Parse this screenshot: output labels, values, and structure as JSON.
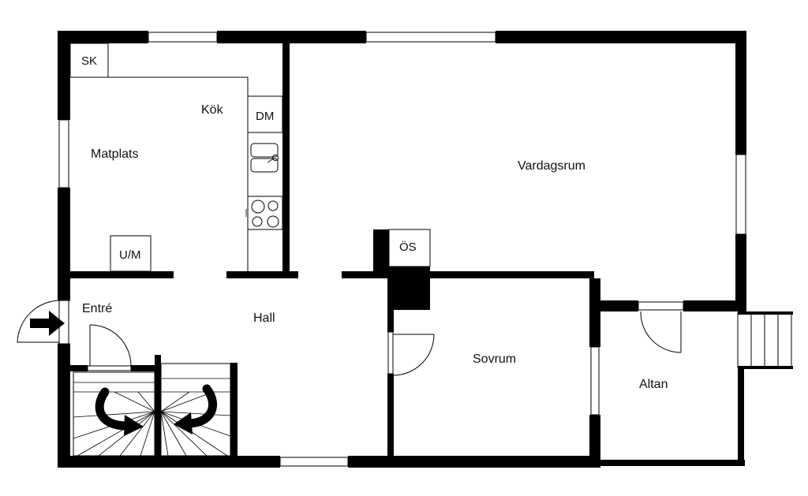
{
  "rooms": {
    "kok": "Kök",
    "matplats": "Matplats",
    "vardagsrum": "Vardagsrum",
    "entre": "Entré",
    "hall": "Hall",
    "sovrum": "Sovrum",
    "altan": "Altan"
  },
  "fixtures": {
    "sk": "SK",
    "dm": "DM",
    "um": "U/M",
    "os": "ÖS"
  },
  "colors": {
    "wall": "#000000",
    "background": "#ffffff"
  },
  "icons": {
    "entrance": "arrow-right-icon",
    "stairs": "curved-arrow-icon"
  }
}
